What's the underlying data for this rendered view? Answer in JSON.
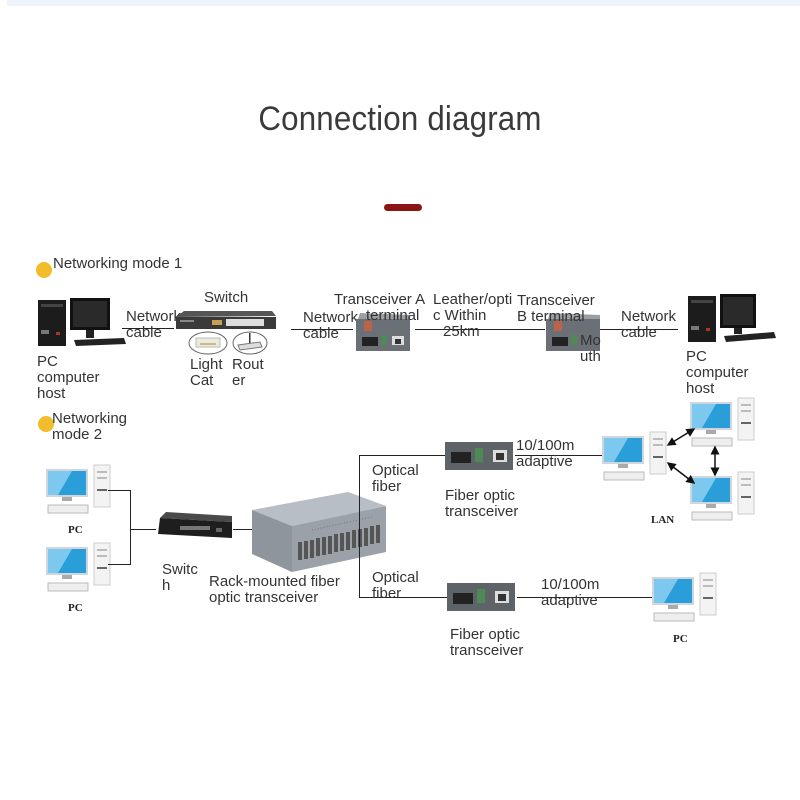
{
  "title": "Connection diagram",
  "colors": {
    "accent_bar": "#8b1414",
    "mode_dot": "#f2bd2a",
    "top_band": "#eef4fc",
    "text": "#333333"
  },
  "mode1": {
    "heading": "Networking mode 1",
    "left_pc": [
      "PC",
      "computer",
      "host"
    ],
    "cable_left": [
      "Network",
      "cable"
    ],
    "switch": "Switch",
    "light_cat": [
      "Light",
      "Cat"
    ],
    "router": [
      "Rout",
      "er"
    ],
    "cable_mid": [
      "Network",
      "cable"
    ],
    "transceiver_a": [
      "Transceiver A",
      "terminal"
    ],
    "fiber_link": [
      "Leather/opti",
      "c Within",
      "25km"
    ],
    "transceiver_b": [
      "Transceiver",
      "B terminal"
    ],
    "transceiver_b_mouth": [
      "Mo",
      "uth"
    ],
    "cable_right": [
      "Network",
      "cable"
    ],
    "right_pc": [
      "PC",
      "computer",
      "host"
    ]
  },
  "mode2": {
    "heading": [
      "Networking",
      "mode 2"
    ],
    "pc_label": "PC",
    "switch": [
      "Switc",
      "h"
    ],
    "rack": [
      "Rack-mounted fiber",
      "optic transceiver"
    ],
    "fiber_top": [
      "Optical",
      "fiber"
    ],
    "fiber_bottom": [
      "Optical",
      "fiber"
    ],
    "transceiver_top": [
      "Fiber optic",
      "transceiver"
    ],
    "transceiver_bottom": [
      "Fiber optic",
      "transceiver"
    ],
    "adaptive_top": [
      "10/100m",
      "adaptive"
    ],
    "adaptive_bottom": [
      "10/100m",
      "adaptive"
    ],
    "lan_label": "LAN"
  }
}
